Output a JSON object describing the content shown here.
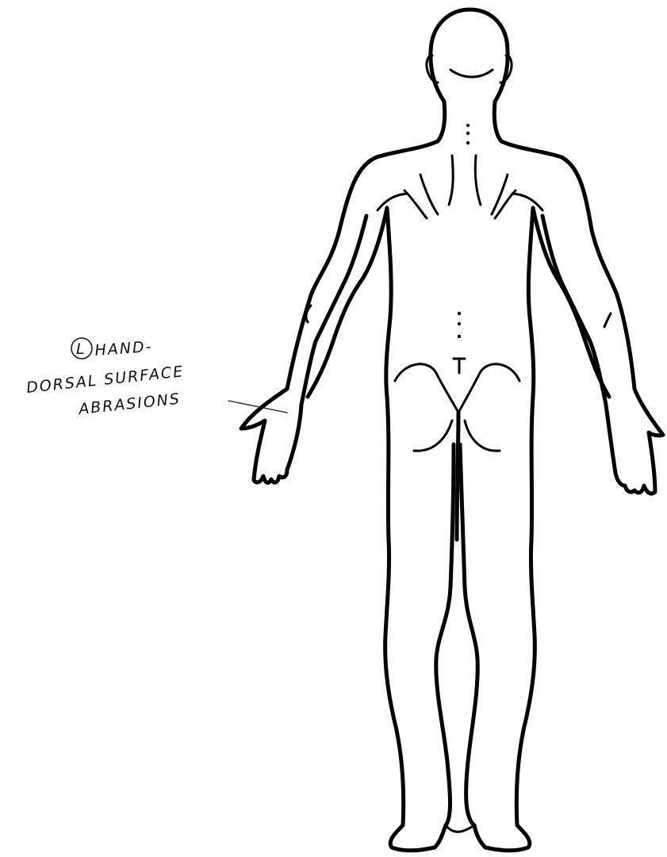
{
  "annotation": {
    "side_marker": "L",
    "line1": "HAND-",
    "line2": "DORSAL SURFACE",
    "line3": "ABRASIONS"
  },
  "figure": {
    "view": "posterior",
    "description_icon": "human-body-back-outline"
  }
}
